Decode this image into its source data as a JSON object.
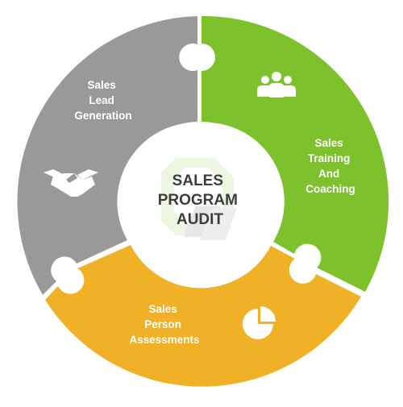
{
  "diagram": {
    "center": {
      "lines": [
        "SALES",
        "PROGRAM",
        "AUDIT"
      ]
    },
    "segments": [
      {
        "id": "lead-generation",
        "lines": [
          "Sales",
          "Lead",
          "Generation"
        ],
        "color": "#999999",
        "icon": "handshake-icon"
      },
      {
        "id": "training-coaching",
        "lines": [
          "Sales",
          "Training",
          "And",
          "Coaching"
        ],
        "color": "#7dc12d",
        "icon": "team-icon"
      },
      {
        "id": "person-assessments",
        "lines": [
          "Sales",
          "Person",
          "Assessments"
        ],
        "color": "#f0b127",
        "icon": "pie-chart-icon"
      }
    ]
  }
}
